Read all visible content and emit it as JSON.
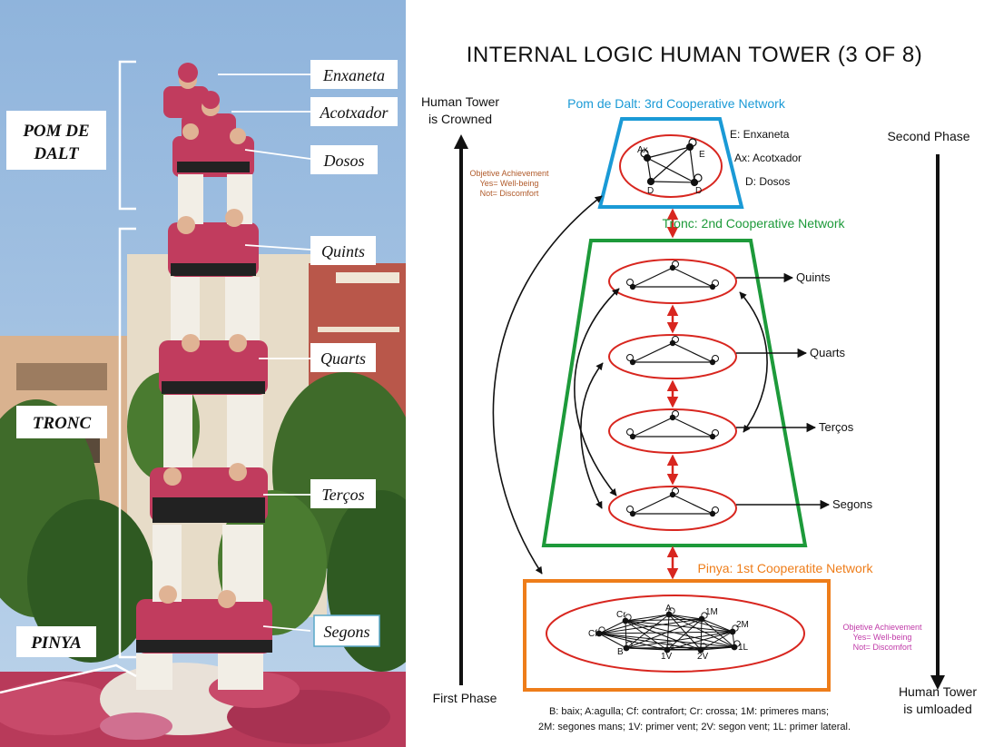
{
  "photo": {
    "group_labels": {
      "pom_line1": "POM DE",
      "pom_line2": "DALT",
      "tronc": "TRONC",
      "pinya": "PINYA"
    },
    "level_labels": {
      "enxaneta": "Enxaneta",
      "acotxador": "Acotxador",
      "dosos": "Dosos",
      "quints": "Quints",
      "quarts": "Quarts",
      "tercos": "Terços",
      "segons": "Segons"
    }
  },
  "diagram": {
    "title": "INTERNAL LOGIC HUMAN TOWER (3 OF 8)",
    "left_top_line1": "Human Tower",
    "left_top_line2": "is Crowned",
    "left_bottom": "First Phase",
    "right_top": "Second Phase",
    "right_bottom_line1": "Human Tower",
    "right_bottom_line2": "is umloaded",
    "objective_top": {
      "line1": "Objetive Achievement",
      "line2": "Yes= Well-being",
      "line3": "Not= Discomfort"
    },
    "objective_bottom": {
      "line1": "Objetive Achievement",
      "line2": "Yes= Well-being",
      "line3": "Not= Discomfort"
    },
    "pom": {
      "title": "Pom de Dalt: 3rd Cooperative Network",
      "legend_e": "E: Enxaneta",
      "legend_ax": "Ax: Acotxador",
      "legend_d": "D: Dosos",
      "node_ax": "Ax",
      "node_e": "E",
      "node_d1": "D",
      "node_d2": "D"
    },
    "tronc": {
      "title": "Tronc: 2nd Cooperative Network",
      "levels": [
        "Quints",
        "Quarts",
        "Terços",
        "Segons"
      ]
    },
    "pinya": {
      "title": "Pinya: 1st Cooperatite Network",
      "nodes": {
        "cr": "Cr",
        "a": "A",
        "m1": "1M",
        "cf": "Cf",
        "m2": "2M",
        "b": "B",
        "v1": "1V",
        "v2": "2V",
        "l1": "1L"
      }
    },
    "footnote_line1": "B: baix; A:agulla; Cf: contrafort; Cr: crossa; 1M: primeres mans;",
    "footnote_line2": "2M: segones mans; 1V: primer vent; 2V: segon vent; 1L: primer lateral."
  },
  "colors": {
    "pom_border": "#1a9ad6",
    "tronc_border": "#1d9a3a",
    "pinya_border": "#ee7d1a",
    "ellipse": "#d8261f",
    "objective": "#b05a2a",
    "objective_bottom": "#c03aa8"
  }
}
